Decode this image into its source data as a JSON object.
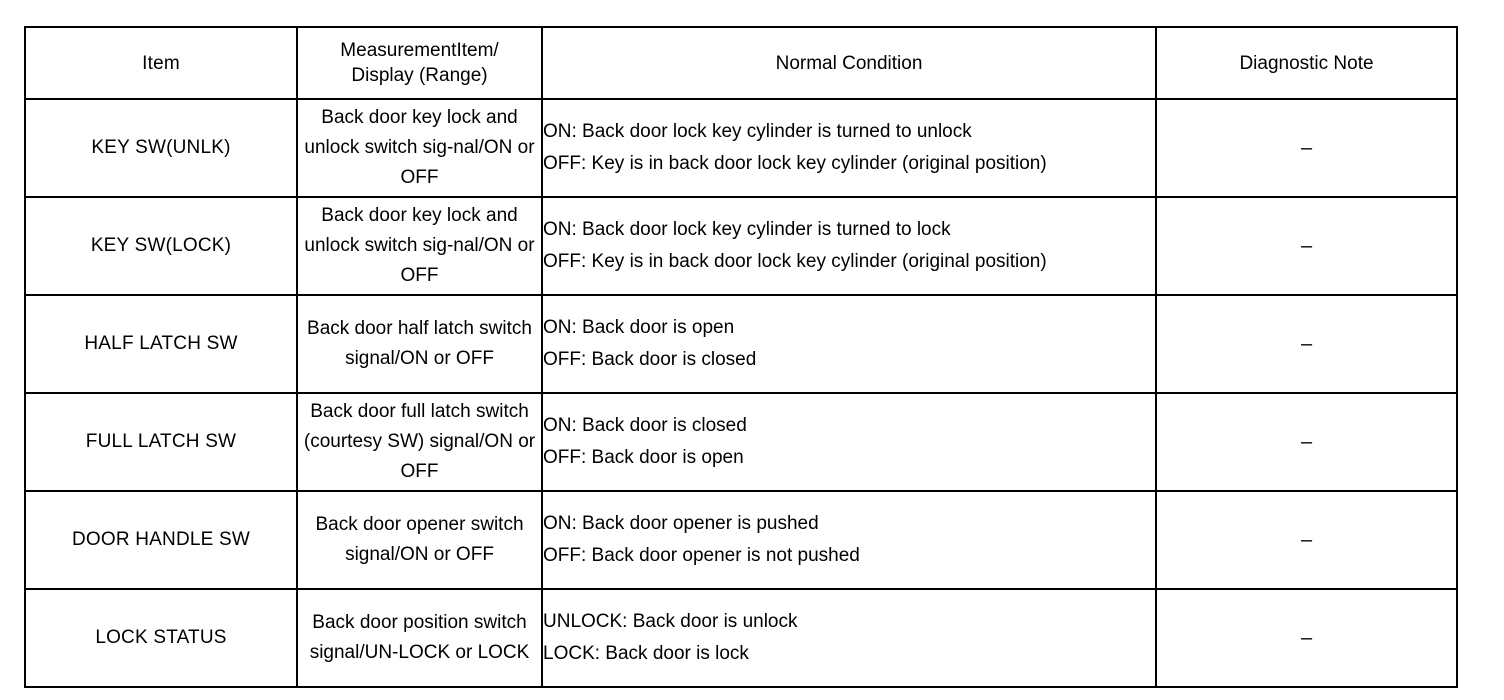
{
  "table": {
    "headers": {
      "item": "Item",
      "measurement_line1": "MeasurementItem/",
      "measurement_line2": "Display (Range)",
      "normal_condition": "Normal Condition",
      "diagnostic_note": "Diagnostic Note"
    },
    "rows": [
      {
        "item": "KEY SW(UNLK)",
        "measurement": "Back door key lock and unlock switch sig-nal/ON or OFF",
        "condition_on": "ON: Back door lock key cylinder is turned to unlock",
        "condition_off": "OFF: Key is in back door lock key cylinder (original position)",
        "note": "–"
      },
      {
        "item": "KEY SW(LOCK)",
        "measurement": "Back door key lock and unlock switch sig-nal/ON or OFF",
        "condition_on": "ON: Back door lock key cylinder is turned to lock",
        "condition_off": "OFF: Key is in back door lock key cylinder (original position)",
        "note": "–"
      },
      {
        "item": "HALF LATCH SW",
        "measurement": "Back door half latch switch signal/ON or OFF",
        "condition_on": "ON: Back door is open",
        "condition_off": "OFF: Back door is closed",
        "note": "–"
      },
      {
        "item": "FULL LATCH SW",
        "measurement": "Back door full latch switch (courtesy SW) signal/ON or OFF",
        "condition_on": "ON: Back door is closed",
        "condition_off": "OFF: Back door is open",
        "note": "–"
      },
      {
        "item": "DOOR HANDLE SW",
        "measurement": "Back door opener switch signal/ON or OFF",
        "condition_on": "ON: Back door opener is pushed",
        "condition_off": "OFF: Back door opener is not pushed",
        "note": "–"
      },
      {
        "item": "LOCK STATUS",
        "measurement": "Back door position switch signal/UN-LOCK or LOCK",
        "condition_on": "UNLOCK: Back door is unlock",
        "condition_off": "LOCK: Back door is lock",
        "note": "–"
      }
    ]
  },
  "colors": {
    "border": "#000000",
    "text": "#000000",
    "background": "#ffffff"
  }
}
